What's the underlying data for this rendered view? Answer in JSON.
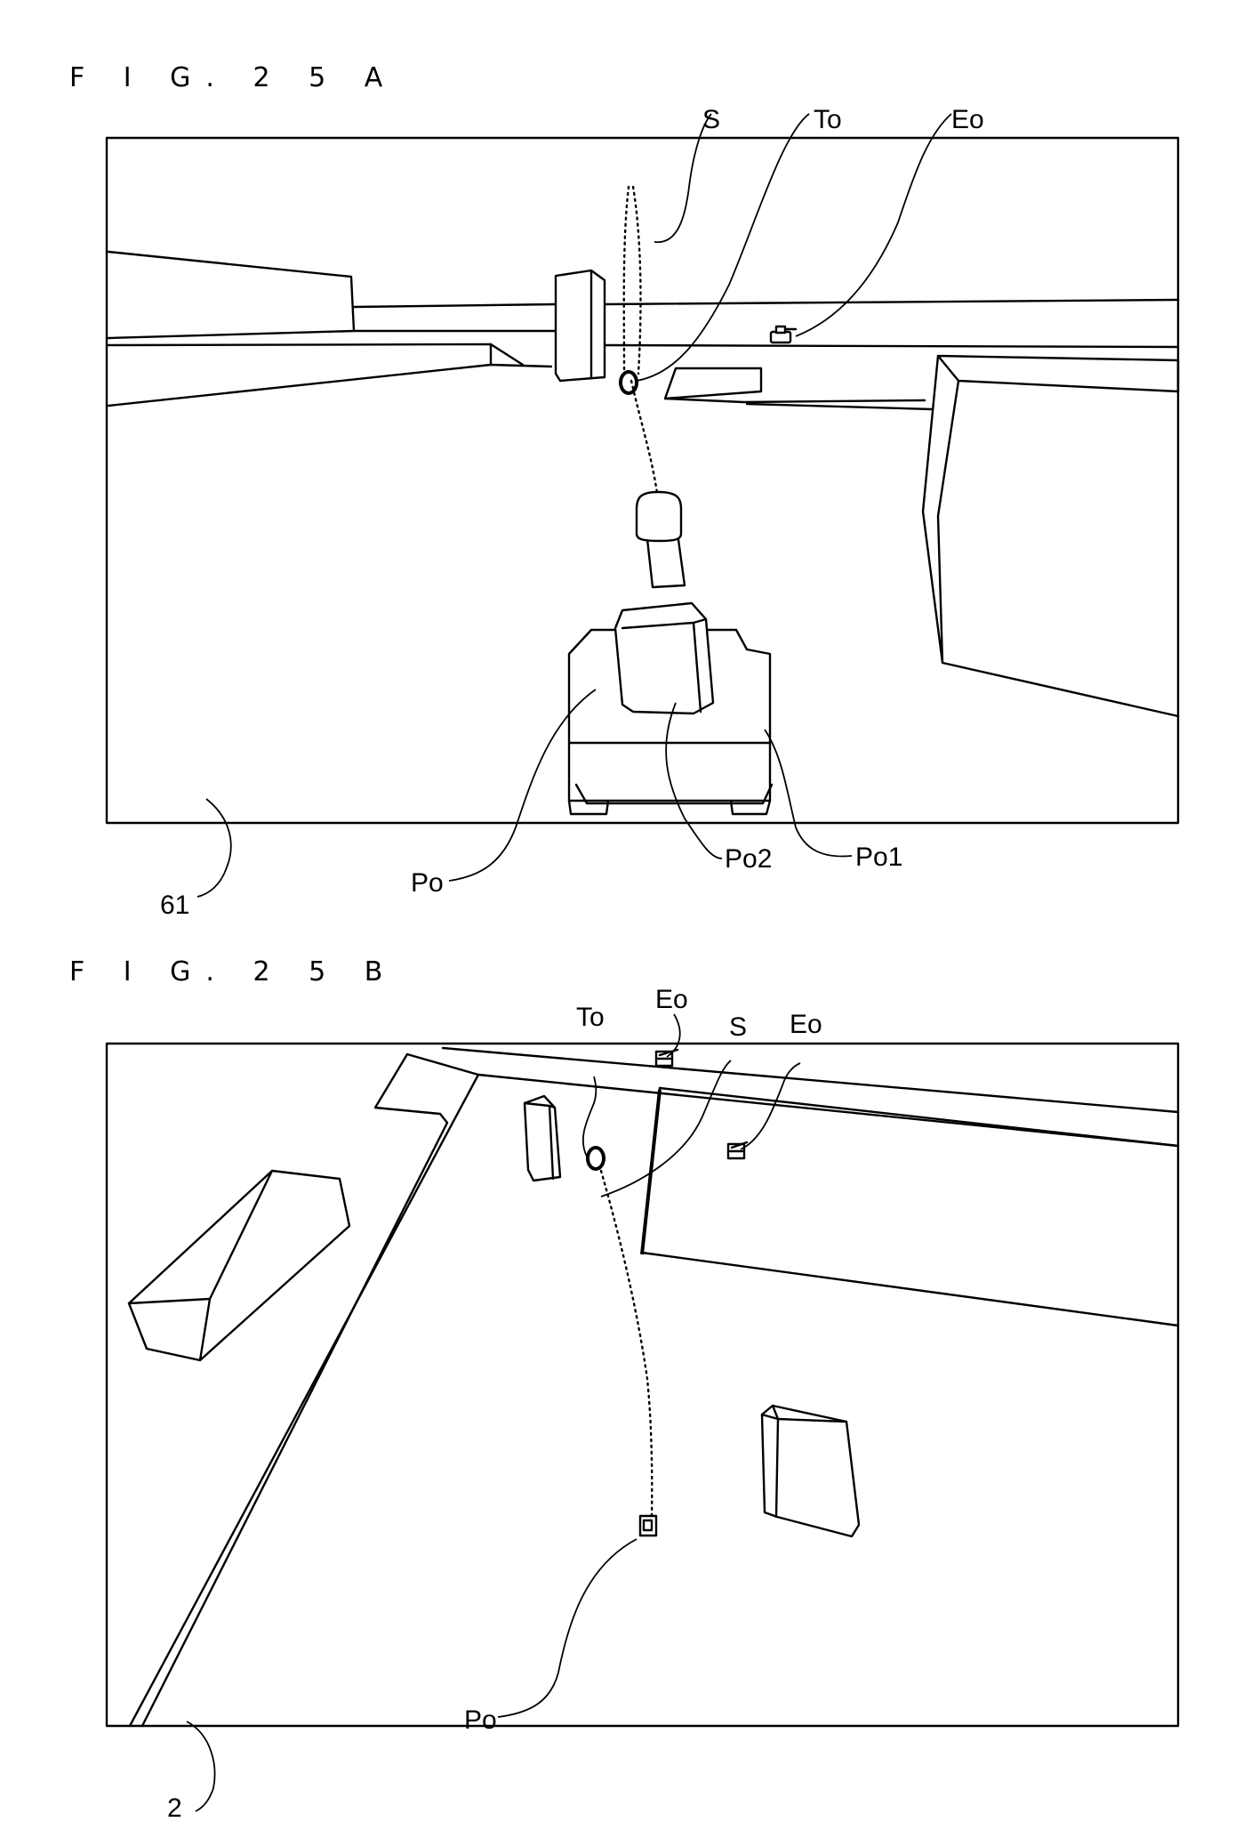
{
  "figure_a": {
    "title": "F I G. 2 5 A",
    "labels": {
      "S": "S",
      "To": "To",
      "Eo": "Eo",
      "Po": "Po",
      "Po1": "Po1",
      "Po2": "Po2",
      "screen": "61"
    }
  },
  "figure_b": {
    "title": "F I G. 2 5 B",
    "labels": {
      "To": "To",
      "Eo_top": "Eo",
      "S": "S",
      "Eo_right": "Eo",
      "Po": "Po",
      "screen": "2"
    }
  }
}
